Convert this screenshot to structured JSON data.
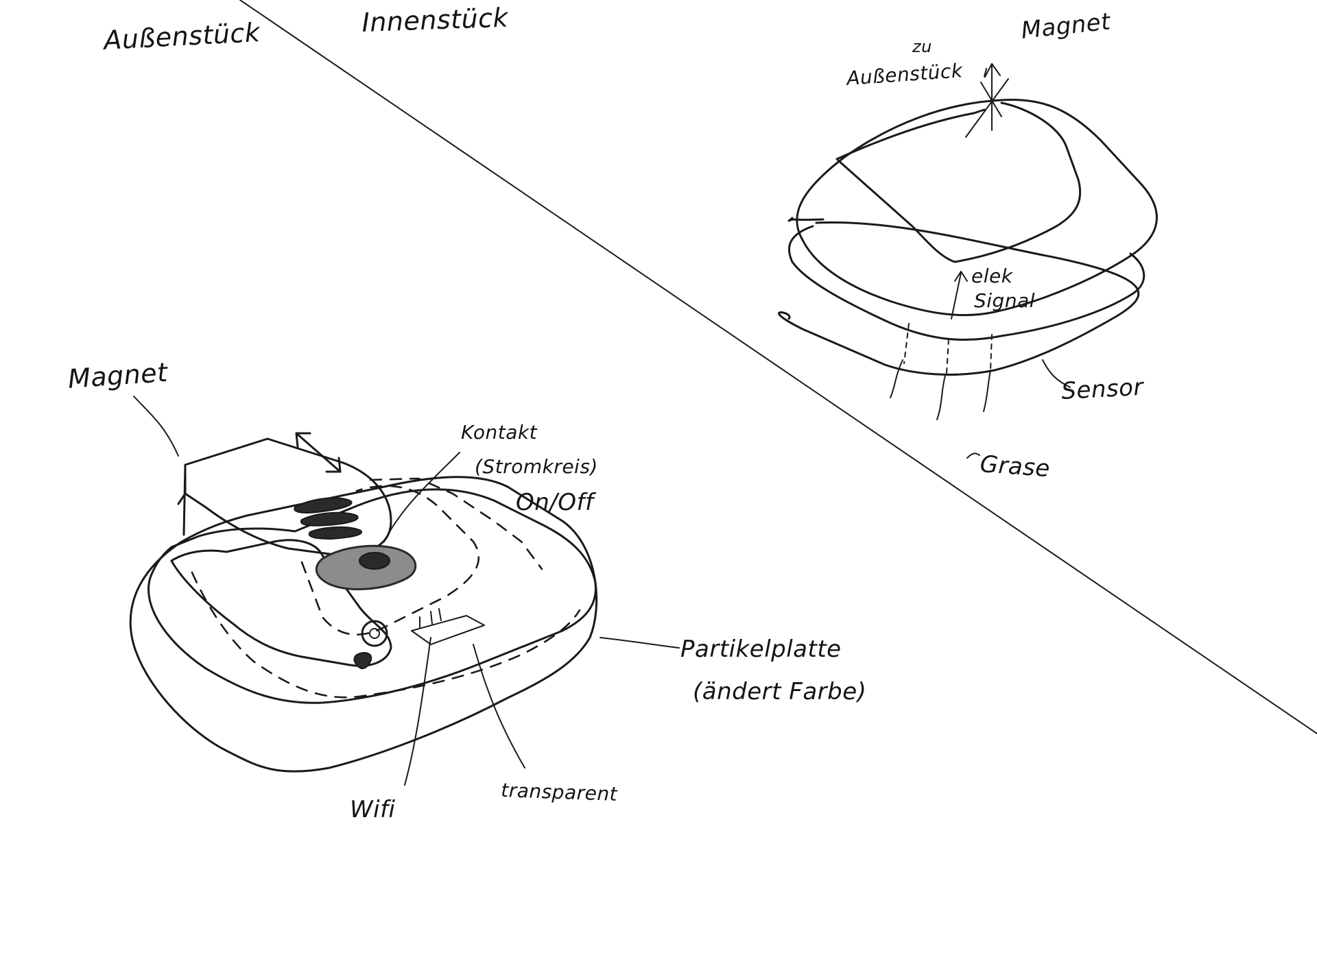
{
  "sections": {
    "outer_label": "Außenstück",
    "inner_label": "Innenstück"
  },
  "outer_piece": {
    "magnet": "Magnet",
    "contact": "Kontakt",
    "circuit": "(Stromkreis)",
    "switch_state": "On/Off",
    "wifi": "Wifi",
    "transparent": "transparent",
    "particle_plate": "Partikelplatte",
    "color_change": "(ändert Farbe)"
  },
  "inner_piece": {
    "magnet": "Magnet",
    "to_word": "zu",
    "to_outer": "Außenstück",
    "signal_line1": "elek",
    "signal_line2": "Signal",
    "sensor": "Sensor",
    "tissue": "Grase"
  },
  "icons": {
    "move_arrow": "double-arrow-icon",
    "signal_arrow": "up-arrow-icon",
    "direction_arrow": "up-arrow-icon"
  }
}
